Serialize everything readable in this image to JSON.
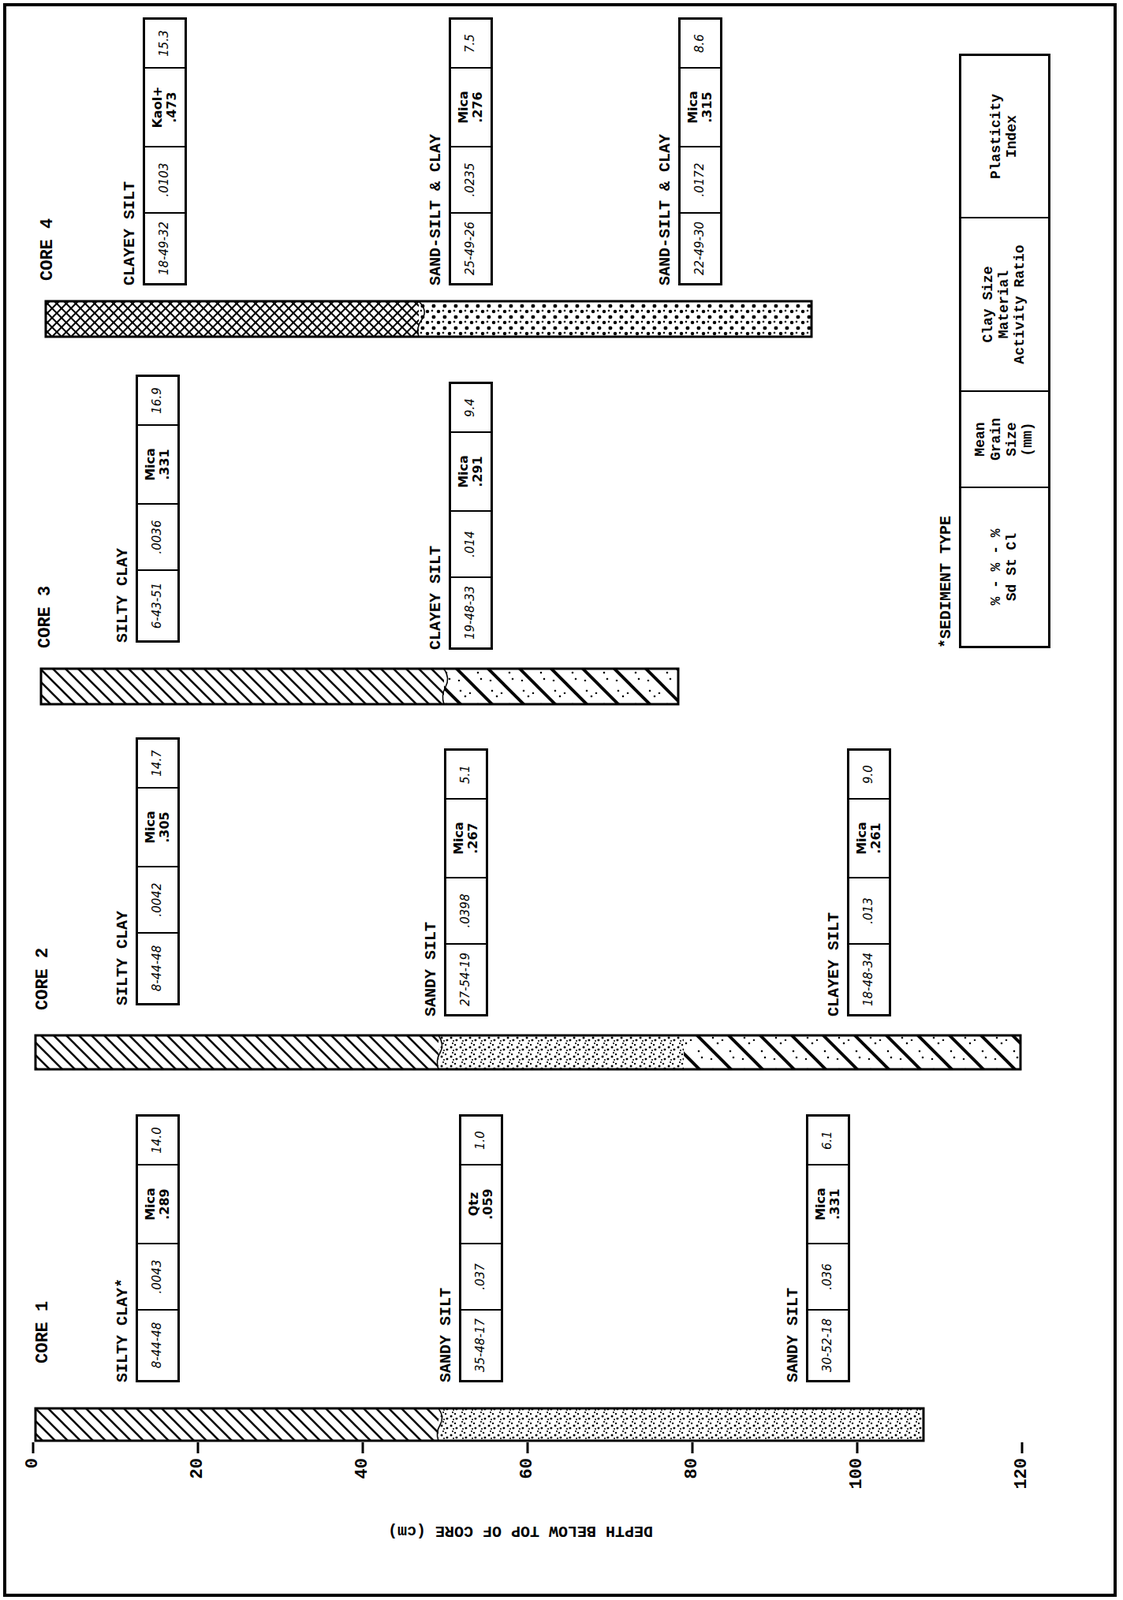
{
  "diagram": {
    "nodes": [
      {
        "text": [
          "SILTY CLAY*",
          "8-44-48",
          ".0043",
          "Mica .289",
          "14.0"
        ]
      },
      {
        "text": [
          "SANDY SILT",
          "35-48-17",
          ".037",
          "Qtz .059",
          "1.0"
        ]
      },
      {
        "text": [
          "SANDY SILT",
          "30-52-18",
          ".036",
          "Mica .331",
          "6.1"
        ]
      },
      {
        "text": [
          "SILTY CLAY",
          "8-44-48",
          ".0042",
          "Mica .305",
          "14.7"
        ]
      },
      {
        "text": [
          "SANDY SILT",
          "27-54-19",
          ".0398",
          "Mica .267",
          "5.1"
        ]
      },
      {
        "text": [
          "CLAYEY SILT",
          "18-48-34",
          ".013",
          "Mica .261",
          "9.0"
        ]
      },
      {
        "text": [
          "SILTY CLAY",
          "6-43-51",
          ".0036",
          "Mica .331",
          "16.9"
        ]
      },
      {
        "text": [
          "CLAYEY SILT",
          "19-48-33",
          ".014",
          "Mica .291",
          "9.4"
        ]
      },
      {
        "text": [
          "CLAYEY SILT",
          "18-49-32",
          ".0103",
          "Kaol+ .473",
          "15.3"
        ]
      },
      {
        "text": [
          "SAND-SILT & CLAY",
          "25-49-26",
          ".0235",
          "Mica .276",
          "7.5"
        ]
      },
      {
        "text": [
          "SAND-SILT & CLAY",
          "22-49-30",
          ".0172",
          "Mica .315",
          "8.6"
        ]
      },
      {
        "text": [
          "*SEDIMENT TYPE",
          "% - % - % Sd St Cl",
          "Mean Grain Size (mm)",
          "Clay Size Material Activity Ratio",
          "Plasticity Index"
        ]
      }
    ],
    "labels": [
      "CORE 1",
      "CORE 2",
      "CORE 3",
      "CORE 4",
      "0",
      "20",
      "40",
      "60",
      "80",
      "100",
      "120",
      "DEPTH BELOW TOP OF CORE (cm)"
    ]
  }
}
